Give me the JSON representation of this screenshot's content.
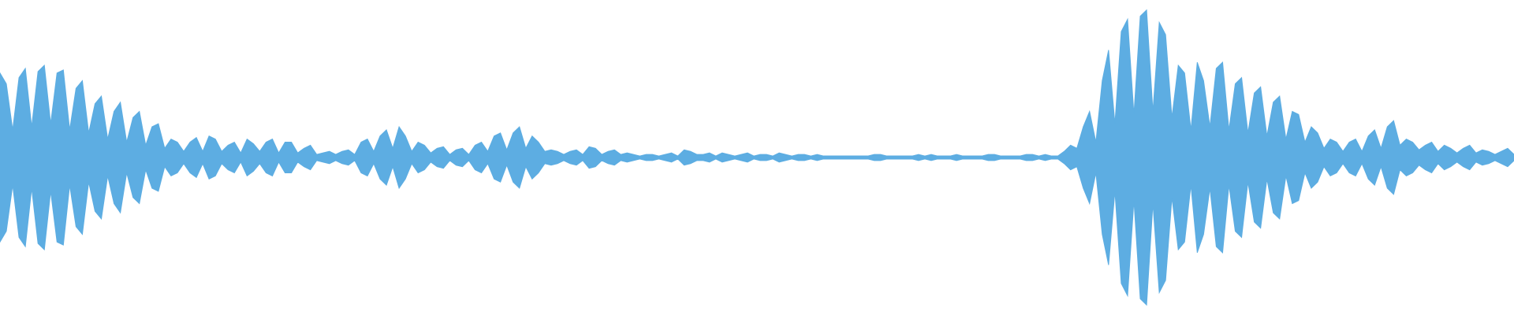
{
  "waveform": {
    "color": "#5DADE2",
    "background": "#FFFFFF",
    "peaks": [
      0.55,
      0.48,
      0.18,
      0.52,
      0.58,
      0.2,
      0.56,
      0.6,
      0.22,
      0.55,
      0.57,
      0.18,
      0.45,
      0.5,
      0.16,
      0.35,
      0.4,
      0.12,
      0.3,
      0.36,
      0.1,
      0.26,
      0.3,
      0.08,
      0.2,
      0.22,
      0.06,
      0.12,
      0.1,
      0.04,
      0.1,
      0.13,
      0.04,
      0.14,
      0.12,
      0.04,
      0.08,
      0.1,
      0.03,
      0.12,
      0.09,
      0.04,
      0.1,
      0.12,
      0.03,
      0.1,
      0.1,
      0.03,
      0.06,
      0.08,
      0.02,
      0.03,
      0.04,
      0.02,
      0.04,
      0.05,
      0.02,
      0.1,
      0.12,
      0.04,
      0.14,
      0.18,
      0.06,
      0.2,
      0.14,
      0.04,
      0.1,
      0.08,
      0.03,
      0.06,
      0.07,
      0.02,
      0.05,
      0.06,
      0.02,
      0.08,
      0.1,
      0.04,
      0.14,
      0.16,
      0.05,
      0.16,
      0.2,
      0.06,
      0.14,
      0.1,
      0.04,
      0.05,
      0.04,
      0.02,
      0.04,
      0.05,
      0.02,
      0.07,
      0.06,
      0.02,
      0.04,
      0.05,
      0.02,
      0.03,
      0.02,
      0.01,
      0.02,
      0.02,
      0.01,
      0.02,
      0.03,
      0.01,
      0.05,
      0.04,
      0.02,
      0.02,
      0.03,
      0.01,
      0.03,
      0.02,
      0.01,
      0.02,
      0.03,
      0.01,
      0.02,
      0.02,
      0.01,
      0.03,
      0.02,
      0.01,
      0.02,
      0.02,
      0.01,
      0.02,
      0.01,
      0.01,
      0.01,
      0.01,
      0.01,
      0.01,
      0.01,
      0.01,
      0.02,
      0.02,
      0.01,
      0.01,
      0.01,
      0.01,
      0.01,
      0.02,
      0.01,
      0.02,
      0.01,
      0.01,
      0.01,
      0.02,
      0.01,
      0.01,
      0.01,
      0.01,
      0.02,
      0.02,
      0.01,
      0.01,
      0.01,
      0.01,
      0.02,
      0.02,
      0.01,
      0.02,
      0.01,
      0.01,
      0.04,
      0.08,
      0.06,
      0.2,
      0.3,
      0.1,
      0.5,
      0.7,
      0.22,
      0.82,
      0.9,
      0.28,
      0.92,
      0.96,
      0.3,
      0.88,
      0.8,
      0.26,
      0.6,
      0.55,
      0.18,
      0.62,
      0.5,
      0.2,
      0.58,
      0.62,
      0.18,
      0.48,
      0.52,
      0.16,
      0.42,
      0.46,
      0.14,
      0.36,
      0.4,
      0.12,
      0.3,
      0.28,
      0.1,
      0.2,
      0.16,
      0.06,
      0.12,
      0.1,
      0.04,
      0.1,
      0.12,
      0.04,
      0.14,
      0.18,
      0.06,
      0.2,
      0.24,
      0.08,
      0.12,
      0.1,
      0.05,
      0.08,
      0.1,
      0.04,
      0.08,
      0.06,
      0.03,
      0.06,
      0.08,
      0.03,
      0.05,
      0.04,
      0.02,
      0.04,
      0.06,
      0.02
    ]
  }
}
